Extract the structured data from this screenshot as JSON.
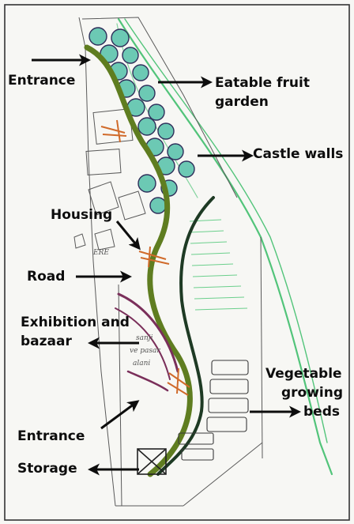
{
  "labels": {
    "entrance_top": "Entrance",
    "fruit_garden_1": "Eatable fruit",
    "fruit_garden_2": "garden",
    "castle_walls": "Castle walls",
    "housing": "Housing",
    "road": "Road",
    "exhibition_1": "Exhibition and",
    "exhibition_2": "bazaar",
    "vegetable_1": "Vegetable",
    "vegetable_2": "growing",
    "vegetable_3": "beds",
    "entrance_bottom": "Entrance",
    "storage": "Storage"
  },
  "sketch_notes": {
    "housing_note": "ERE",
    "exhibition_note_1": "sanji",
    "exhibition_note_2": "ve pasar",
    "exhibition_note_3": "alani"
  },
  "colors": {
    "paper": "#f7f7f4",
    "frame": "#333333",
    "pencil": "#5a5a5a",
    "castle_wall": "#52c47a",
    "trees": "#6cc9b4",
    "tree_outline": "#2e2e5a",
    "road_green": "#5f7d20",
    "road_dark": "#1e3a24",
    "bazaar": "#7a2f5a",
    "arrow": "#0d0d0d",
    "label": "#0d0d0d"
  }
}
